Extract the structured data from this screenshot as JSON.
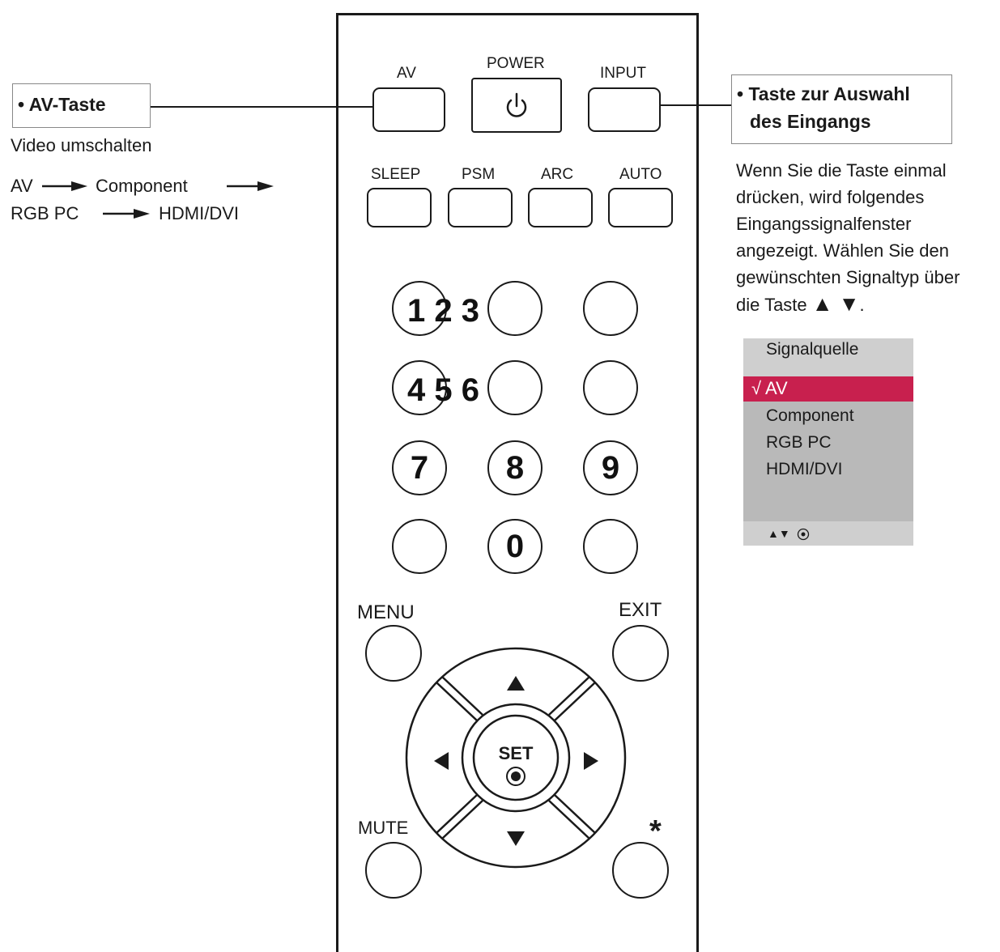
{
  "colors": {
    "line": "#1a1a1a",
    "osd_background": "#b9b9b9",
    "osd_header": "#cfcfcf",
    "osd_selected": "#c8204e",
    "osd_selected_text": "#ffffff"
  },
  "remote": {
    "top_buttons": {
      "av": "AV",
      "power": "POWER",
      "input": "INPUT",
      "power_icon": "power-icon"
    },
    "function_buttons": [
      "SLEEP",
      "PSM",
      "ARC",
      "AUTO"
    ],
    "numbers": {
      "row1": "1 2 3",
      "row2": "4 5 6",
      "seven": "7",
      "eight": "8",
      "nine": "9",
      "zero": "0"
    },
    "menu": "MENU",
    "exit": "EXIT",
    "mute": "MUTE",
    "star": "*",
    "dpad": {
      "set": "SET",
      "up_icon": "triangle-up-icon",
      "down_icon": "triangle-down-icon",
      "left_icon": "triangle-left-icon",
      "right_icon": "triangle-right-icon"
    }
  },
  "left_callout": {
    "title": "• AV-Taste",
    "subtitle": "Video umschalten",
    "seq_av": "AV",
    "seq_component": "Component",
    "seq_rgb": "RGB PC",
    "seq_hdmi": "HDMI/DVI"
  },
  "right_callout": {
    "title_line1": "• Taste zur Auswahl",
    "title_line2": "des Eingangs",
    "body": [
      "Wenn Sie die Taste einmal",
      "drücken, wird folgendes",
      "Eingangssignalfenster",
      "angezeigt. Wählen Sie den",
      "gewünschten Signaltyp über",
      "die Taste"
    ],
    "body_arrows": "▲ ▼",
    "body_end": "."
  },
  "osd": {
    "title": "Signalquelle",
    "selected": "AV",
    "check": "√",
    "items": [
      "Component",
      "RGB PC",
      "HDMI/DVI"
    ],
    "footer_icons": "▲▼"
  }
}
